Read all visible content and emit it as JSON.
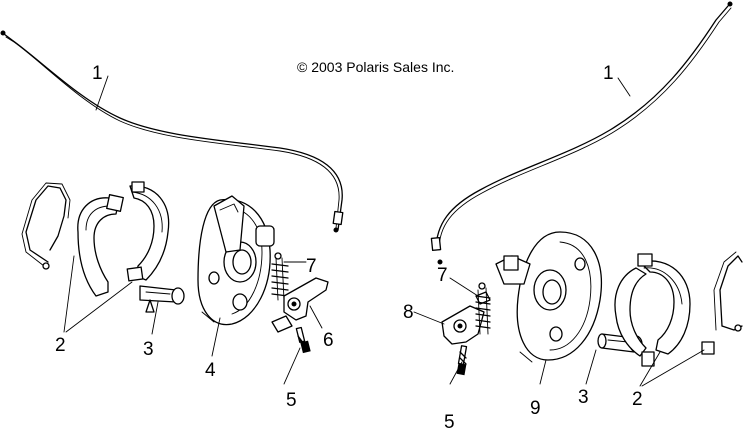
{
  "copyright": "© 2003 Polaris Sales Inc.",
  "callouts": [
    {
      "id": "1-left",
      "label": "1"
    },
    {
      "id": "1-right",
      "label": "1"
    },
    {
      "id": "2-left",
      "label": "2"
    },
    {
      "id": "2-right",
      "label": "2"
    },
    {
      "id": "3-left",
      "label": "3"
    },
    {
      "id": "3-right",
      "label": "3"
    },
    {
      "id": "4",
      "label": "4"
    },
    {
      "id": "5-left",
      "label": "5"
    },
    {
      "id": "5-right",
      "label": "5"
    },
    {
      "id": "6",
      "label": "6"
    },
    {
      "id": "7-left",
      "label": "7"
    },
    {
      "id": "7-right",
      "label": "7"
    },
    {
      "id": "8",
      "label": "8"
    },
    {
      "id": "9",
      "label": "9"
    }
  ]
}
